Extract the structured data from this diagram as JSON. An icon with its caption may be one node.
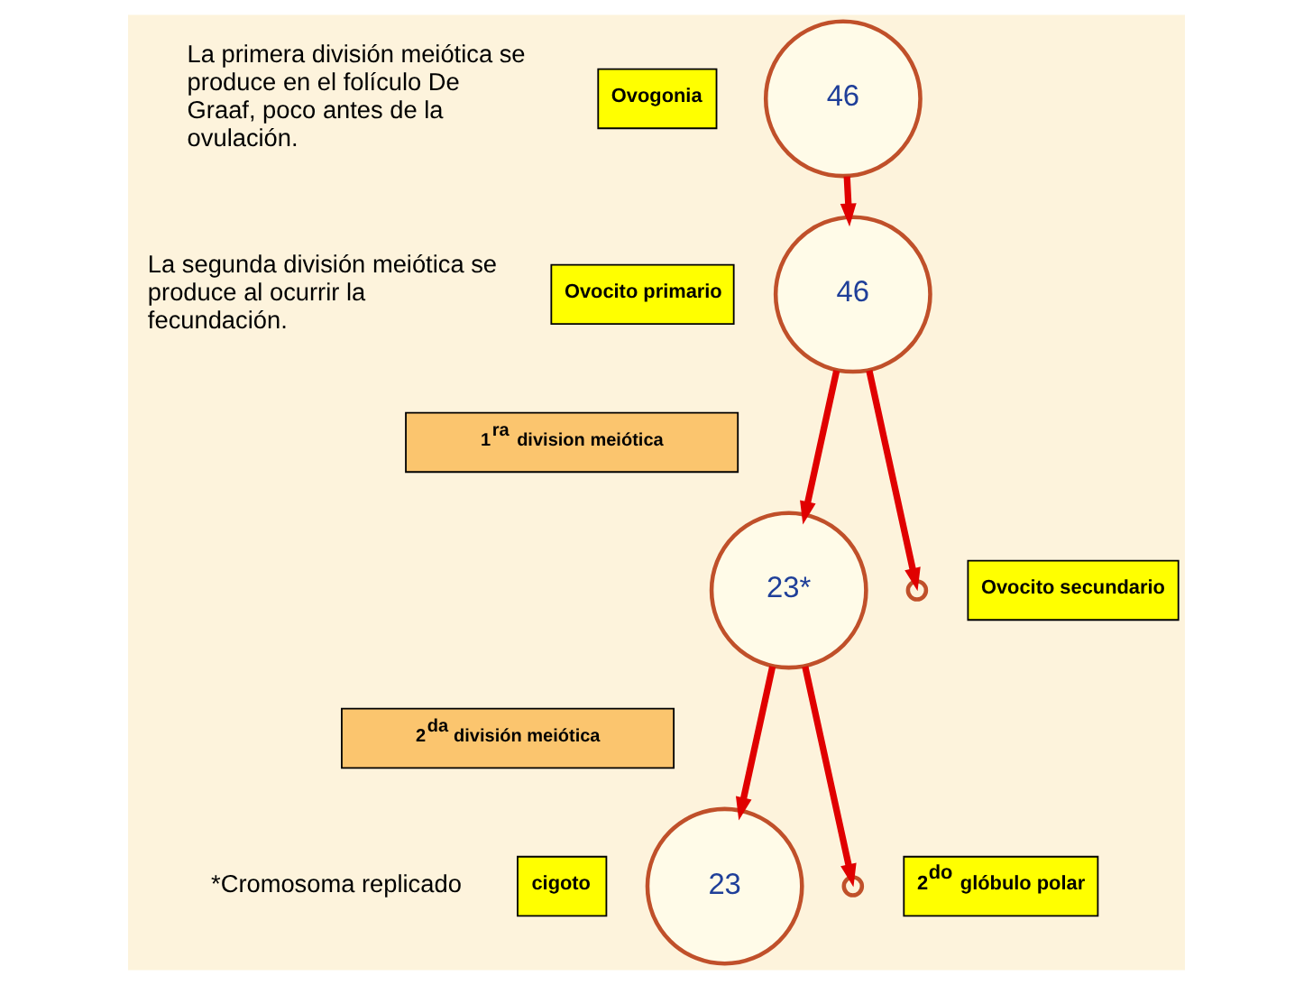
{
  "diagram": {
    "nodes": [
      {
        "text": [
          "Ovogonia"
        ]
      },
      {
        "text": [
          "46"
        ]
      },
      {
        "text": [
          "Ovocito primario"
        ]
      },
      {
        "text": [
          "46"
        ]
      },
      {
        "text": [
          "1$^{ra}$ division meiótica"
        ]
      },
      {
        "text": [
          "23*"
        ]
      },
      {
        "text": [],
        "shape": "circle"
      },
      {
        "text": [
          "Ovocito secundario"
        ]
      },
      {
        "text": [
          "2$^{da}$ división meiótica"
        ]
      },
      {
        "text": [
          "cigoto"
        ]
      },
      {
        "text": [
          "23"
        ]
      },
      {
        "text": [],
        "shape": "circle"
      },
      {
        "text": [
          "2$^{do}$ glóbulo polar"
        ]
      }
    ],
    "edges": [
      {
        "from": 1,
        "to": 3,
        "arrow": "to"
      },
      {
        "from": 3,
        "to": 5,
        "arrow": "to"
      },
      {
        "from": 3,
        "to": 6,
        "arrow": "to"
      },
      {
        "from": 5,
        "to": 10,
        "arrow": "to"
      },
      {
        "from": 5,
        "to": 11,
        "arrow": "to"
      }
    ],
    "labels": [
      "La primera división meiótica se produce en el folículo De Graaf, poco antes de la ovulación.",
      "La segunda división meiótica se produce al ocurrir la fecundación.",
      "*Cromosoma replicado"
    ]
  }
}
